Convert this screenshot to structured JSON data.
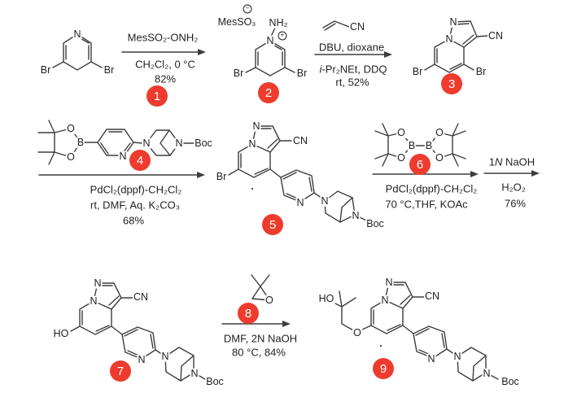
{
  "colors": {
    "background": "#ffffff",
    "bond": "#3d3d3d",
    "text": "#1f1f1f",
    "badge": "#ee3b2d",
    "badge_text": "#ffffff"
  },
  "atoms": {
    "N": "N",
    "O": "O",
    "B": "B",
    "Br": "Br",
    "CN": "CN",
    "NH2": "NH₂",
    "HO": "HO",
    "Boc": "Boc",
    "MesSO3": "MesSO₃",
    "minus": "−",
    "plus": "+"
  },
  "badges": {
    "b1": "1",
    "b2": "2",
    "b3": "3",
    "b4": "4",
    "b5": "5",
    "b6": "6",
    "b7": "7",
    "b8": "8",
    "b9": "9"
  },
  "steps": {
    "s1": {
      "above": "MesSO₂-ONH₂",
      "below1": "CH₂Cl₂, 0 °C",
      "below2": "82%"
    },
    "s2": {
      "above": "DBU, dioxane",
      "below1_italic": "i",
      "below1_rest": "-Pr₂NEt, DDQ",
      "below2": "rt, 52%"
    },
    "s3": {
      "below1": "PdCl₂(dppf)-CH₂Cl₂",
      "below2": "rt, DMF, Aq. K₂CO₃",
      "below3": "68%"
    },
    "s4": {
      "below1": "PdCl₂(dppf)-CH₂Cl₂",
      "below2": "70 °C,THF, KOAc"
    },
    "s5": {
      "above_pre": "1",
      "above_italic": "N",
      "above_rest": " NaOH",
      "below1": "H₂O₂",
      "below2": "76%"
    },
    "s6": {
      "below1": "DMF, 2N NaOH",
      "below2": "80 °C, 84%"
    }
  }
}
